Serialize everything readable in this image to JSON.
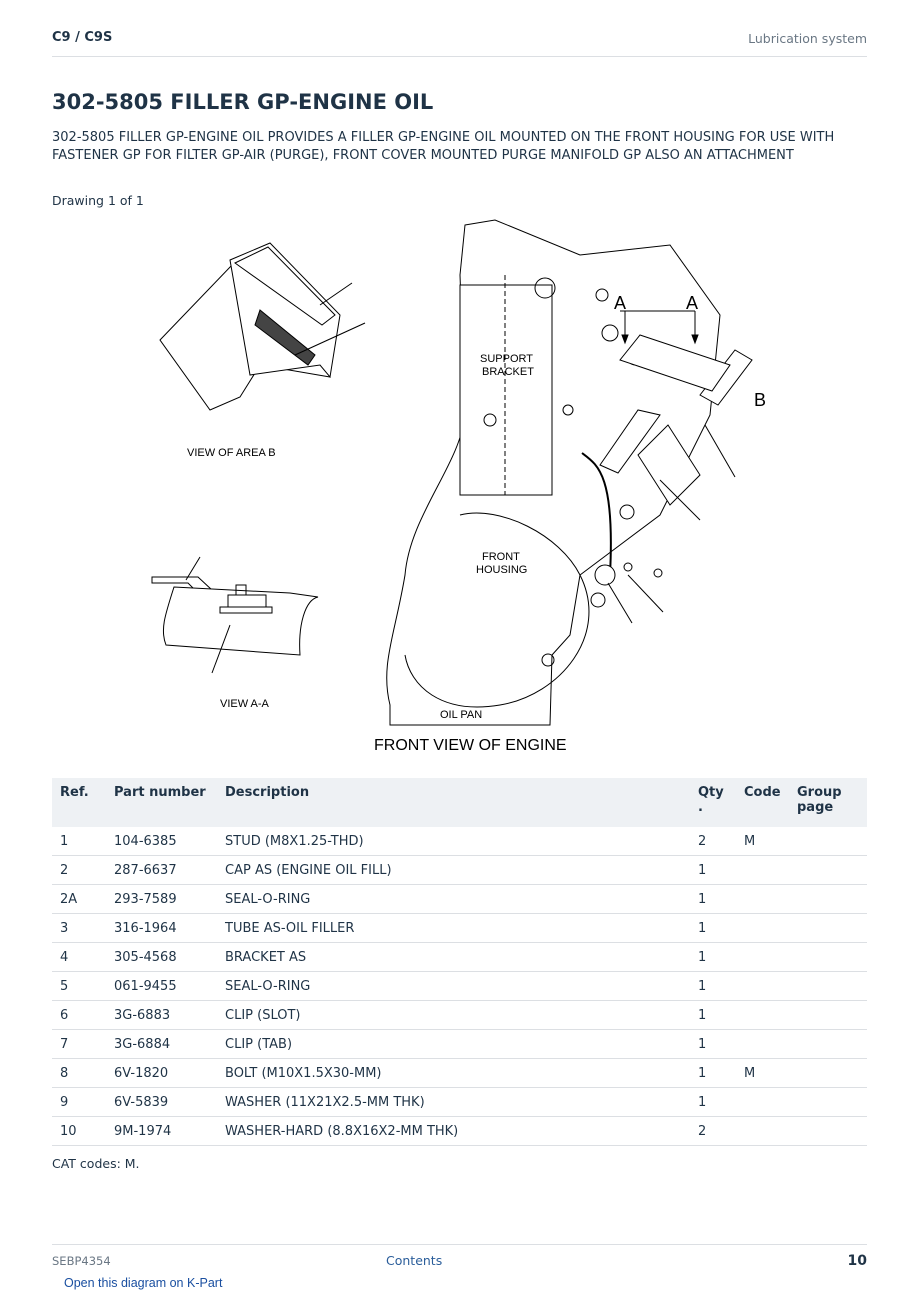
{
  "header": {
    "model": "C9  /  C9S",
    "section": "Lubrication system"
  },
  "title": "302-5805 FILLER GP-ENGINE OIL",
  "description": "302-5805 FILLER GP-ENGINE OIL PROVIDES A FILLER GP-ENGINE OIL MOUNTED ON THE FRONT HOUSING FOR USE WITH FASTENER GP FOR FILTER GP-AIR (PURGE), FRONT COVER MOUNTED PURGE MANIFOLD GP ALSO AN ATTACHMENT",
  "drawing_count": "Drawing 1 of 1",
  "drawing": {
    "labels": {
      "view_area_b": "VIEW OF AREA B",
      "view_a_a": "VIEW A-A",
      "support_bracket_1": "SUPPORT",
      "support_bracket_2": "BRACKET",
      "front_housing_1": "FRONT",
      "front_housing_2": "HOUSING",
      "oil_pan": "OIL PAN",
      "front_view": "FRONT VIEW OF ENGINE",
      "a_left": "A",
      "a_right": "A",
      "b": "B"
    }
  },
  "table": {
    "headers": {
      "ref": "Ref.",
      "part_number": "Part number",
      "description": "Description",
      "qty_1": "Qty",
      "qty_2": ".",
      "code": "Code",
      "group_page_1": "Group",
      "group_page_2": "page"
    },
    "rows": [
      {
        "ref": "1",
        "part_number": "104-6385",
        "description": "STUD (M8X1.25-THD)",
        "qty": "2",
        "code": "M",
        "group_page": ""
      },
      {
        "ref": "2",
        "part_number": "287-6637",
        "description": "CAP AS (ENGINE OIL FILL)",
        "qty": "1",
        "code": "",
        "group_page": ""
      },
      {
        "ref": "2A",
        "part_number": "293-7589",
        "description": "SEAL-O-RING",
        "qty": "1",
        "code": "",
        "group_page": ""
      },
      {
        "ref": "3",
        "part_number": "316-1964",
        "description": "TUBE AS-OIL FILLER",
        "qty": "1",
        "code": "",
        "group_page": ""
      },
      {
        "ref": "4",
        "part_number": "305-4568",
        "description": "BRACKET AS",
        "qty": "1",
        "code": "",
        "group_page": ""
      },
      {
        "ref": "5",
        "part_number": "061-9455",
        "description": "SEAL-O-RING",
        "qty": "1",
        "code": "",
        "group_page": ""
      },
      {
        "ref": "6",
        "part_number": "3G-6883",
        "description": "CLIP (SLOT)",
        "qty": "1",
        "code": "",
        "group_page": ""
      },
      {
        "ref": "7",
        "part_number": "3G-6884",
        "description": "CLIP (TAB)",
        "qty": "1",
        "code": "",
        "group_page": ""
      },
      {
        "ref": "8",
        "part_number": "6V-1820",
        "description": "BOLT (M10X1.5X30-MM)",
        "qty": "1",
        "code": "M",
        "group_page": ""
      },
      {
        "ref": "9",
        "part_number": "6V-5839",
        "description": "WASHER (11X21X2.5-MM THK)",
        "qty": "1",
        "code": "",
        "group_page": ""
      },
      {
        "ref": "10",
        "part_number": "9M-1974",
        "description": "WASHER-HARD (8.8X16X2-MM THK)",
        "qty": "2",
        "code": "",
        "group_page": ""
      }
    ]
  },
  "cat_codes": "CAT codes: M.",
  "footer": {
    "doc_number": "SEBP4354",
    "contents_link": "Contents",
    "page_number": "10"
  },
  "kpart_link": "Open this diagram on K-Part"
}
